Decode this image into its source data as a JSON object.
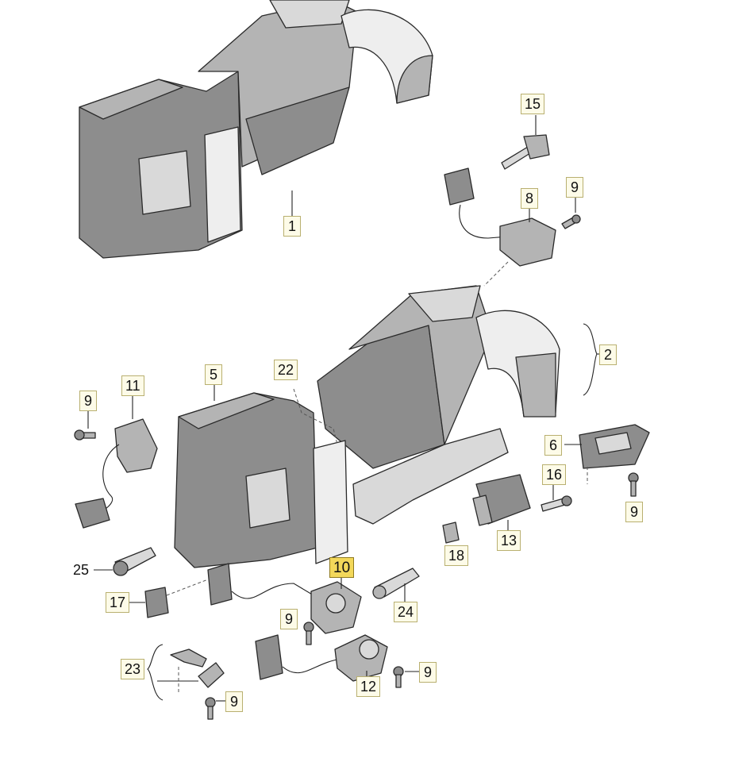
{
  "callouts": {
    "c1": "1",
    "c2": "2",
    "c5": "5",
    "c6": "6",
    "c8": "8",
    "c9a": "9",
    "c9b": "9",
    "c9c": "9",
    "c9d": "9",
    "c9e": "9",
    "c9f": "9",
    "c10": "10",
    "c11": "11",
    "c12": "12",
    "c13": "13",
    "c15": "15",
    "c16": "16",
    "c17": "17",
    "c18": "18",
    "c22": "22",
    "c23": "23",
    "c24": "24",
    "c25": "25"
  },
  "highlighted": "10",
  "colors": {
    "callout_fill": "#fdfbe8",
    "callout_highlight": "#f3d85a",
    "part_dark": "#8d8d8d",
    "part_light": "#d9d9d9"
  }
}
